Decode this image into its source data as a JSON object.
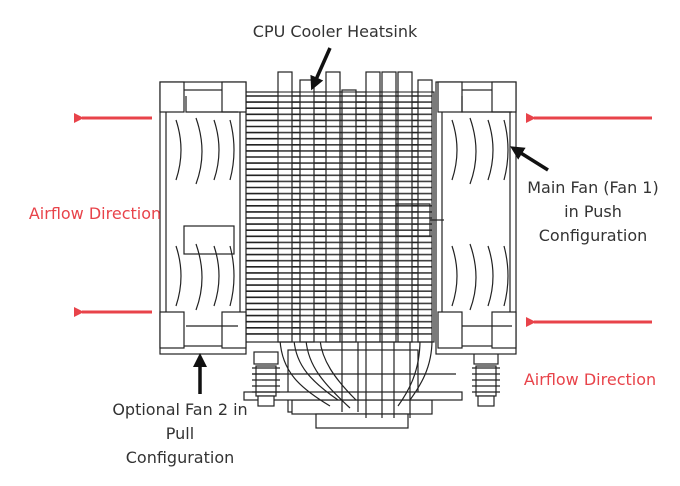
{
  "labels": {
    "heatsink": "CPU Cooler Heatsink",
    "main_fan": [
      "Main Fan (Fan 1)",
      "in Push",
      "Configuration"
    ],
    "optional_fan": [
      "Optional Fan 2 in",
      "Pull",
      "Configuration"
    ],
    "airflow_left": "Airflow Direction",
    "airflow_right": "Airflow Direction"
  },
  "colors": {
    "airflow": "#e8434a",
    "text": "#333333",
    "line": "#222222",
    "pointer": "#111111"
  },
  "icons": {
    "airflow_arrow": "arrow-left-icon",
    "pointer_arrow": "arrow-icon"
  }
}
